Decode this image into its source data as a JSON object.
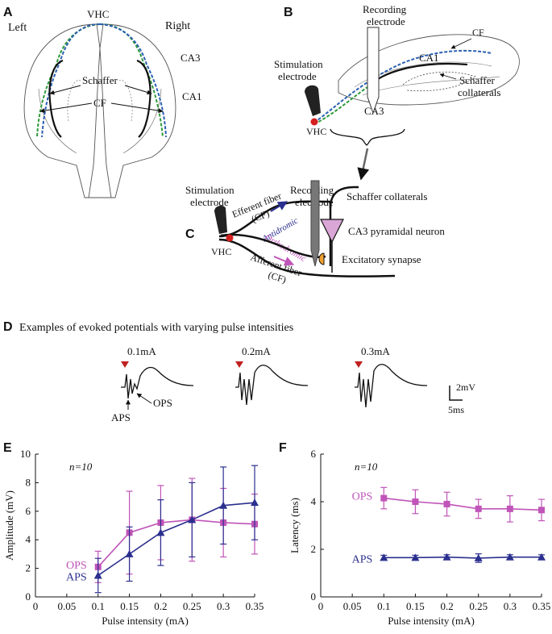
{
  "panels": {
    "A": "A",
    "B": "B",
    "C": "C",
    "D": "D",
    "E": "E",
    "F": "F"
  },
  "panel_a": {
    "left": "Left",
    "right": "Right",
    "vhc": "VHC",
    "ca3": "CA3",
    "ca1": "CA1",
    "schaffer": "Schaffer",
    "cf": "CF"
  },
  "panel_b": {
    "recording_1": "Recording",
    "recording_2": "electrode",
    "stim_1": "Stimulation",
    "stim_2": "electrode",
    "vhc": "VHC",
    "ca3": "CA3",
    "ca1": "CA1",
    "cf": "CF",
    "schaffer_1": "Schaffer",
    "schaffer_2": "collaterals"
  },
  "panel_c": {
    "recording_1": "Recording",
    "recording_2": "electrode",
    "stim_1": "Stimulation",
    "stim_2": "electrode",
    "vhc": "VHC",
    "efferent_1": "Efferent fiber",
    "efferent_2": "(CF)",
    "afferent_1": "Afferent fiber",
    "afferent_2": "(CF)",
    "antidromic": "Antidromic",
    "orthodromic": "Orthodromic",
    "schaffer": "Schaffer collaterals",
    "ca3_neuron": "CA3 pyramidal neuron",
    "synapse": "Excitatory synapse"
  },
  "panel_d": {
    "title": "Examples of evoked potentials with varying pulse intensities",
    "traces": [
      {
        "label": "0.1mA"
      },
      {
        "label": "0.2mA"
      },
      {
        "label": "0.3mA"
      }
    ],
    "aps": "APS",
    "ops": "OPS",
    "scale_v": "2mV",
    "scale_t": "5ms"
  },
  "colors": {
    "ops": "#c054b8",
    "aps": "#2b2f8e",
    "stim": "#d42020",
    "cf_blue": "#2a5fb0",
    "cf_green": "#2e9a3a",
    "orange": "#f0a030",
    "neuron_fill": "#d9a6d6"
  },
  "chart_data": [
    {
      "type": "line",
      "panel": "E",
      "annotation": "n=10",
      "xlabel": "Pulse intensity (mA)",
      "ylabel": "Amplitude (mV)",
      "xlim": [
        0,
        0.35
      ],
      "ylim": [
        0,
        10
      ],
      "xticks": [
        "0",
        "0.05",
        "0.1",
        "0.15",
        "0.2",
        "0.25",
        "0.3",
        "0.35"
      ],
      "yticks": [
        "0",
        "2",
        "4",
        "6",
        "8",
        "10"
      ],
      "x": [
        0.1,
        0.15,
        0.2,
        0.25,
        0.3,
        0.35
      ],
      "series": [
        {
          "name": "OPS",
          "color": "#c054b8",
          "marker": "square",
          "values": [
            2.1,
            4.5,
            5.2,
            5.4,
            5.2,
            5.1
          ],
          "errors": [
            1.1,
            2.9,
            2.6,
            2.9,
            2.4,
            2.1
          ]
        },
        {
          "name": "APS",
          "color": "#2b2f8e",
          "marker": "triangle",
          "values": [
            1.5,
            3.0,
            4.5,
            5.4,
            6.4,
            6.6
          ],
          "errors": [
            1.2,
            1.9,
            2.3,
            2.6,
            2.7,
            2.6
          ]
        }
      ]
    },
    {
      "type": "line",
      "panel": "F",
      "annotation": "n=10",
      "xlabel": "Pulse intensity (mA)",
      "ylabel": "Latency (ms)",
      "xlim": [
        0,
        0.35
      ],
      "ylim": [
        0,
        6
      ],
      "xticks": [
        "0",
        "0.05",
        "0.1",
        "0.15",
        "0.2",
        "0.25",
        "0.3",
        "0.35"
      ],
      "yticks": [
        "0",
        "2",
        "4",
        "6"
      ],
      "x": [
        0.1,
        0.15,
        0.2,
        0.25,
        0.3,
        0.35
      ],
      "series": [
        {
          "name": "OPS",
          "color": "#c054b8",
          "marker": "square",
          "values": [
            4.15,
            4.0,
            3.9,
            3.7,
            3.7,
            3.65
          ],
          "errors": [
            0.45,
            0.5,
            0.5,
            0.4,
            0.55,
            0.45
          ]
        },
        {
          "name": "APS",
          "color": "#2b2f8e",
          "marker": "triangle",
          "values": [
            1.65,
            1.65,
            1.67,
            1.63,
            1.67,
            1.67
          ],
          "errors": [
            0.1,
            0.1,
            0.1,
            0.18,
            0.1,
            0.1
          ]
        }
      ]
    }
  ]
}
